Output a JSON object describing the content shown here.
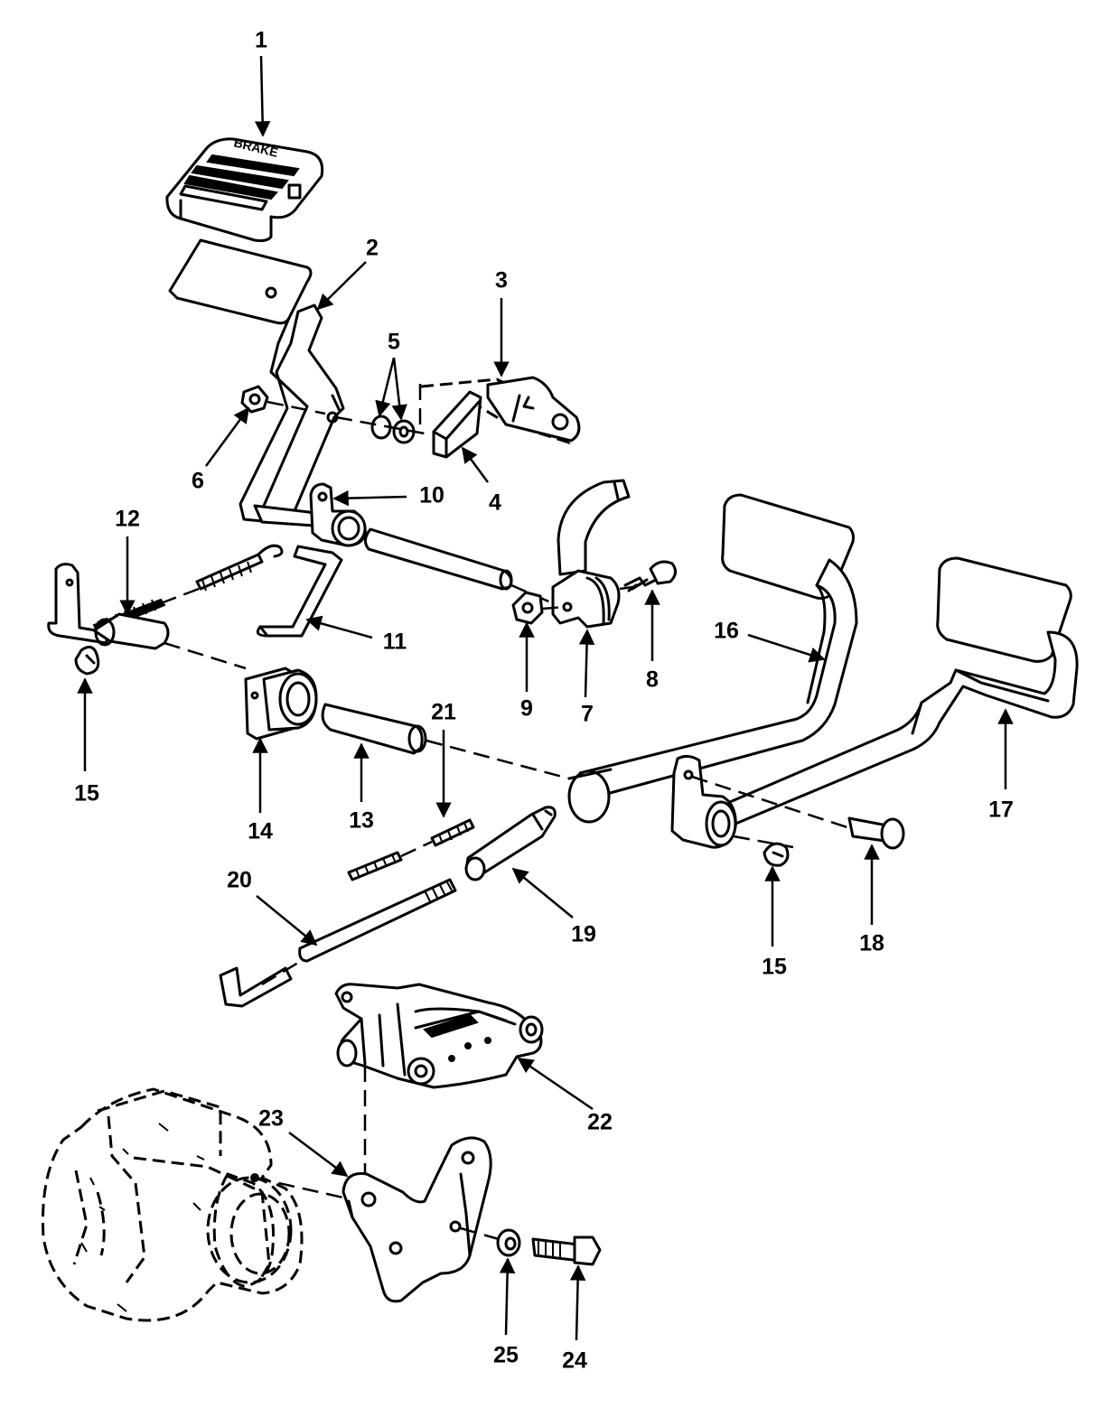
{
  "pad_text": "BRAKE",
  "callouts": {
    "c1": "1",
    "c2": "2",
    "c3": "3",
    "c4": "4",
    "c5": "5",
    "c6": "6",
    "c7": "7",
    "c8": "8",
    "c9": "9",
    "c10": "10",
    "c11": "11",
    "c12": "12",
    "c13": "13",
    "c14": "14",
    "c15a": "15",
    "c15b": "15",
    "c16": "16",
    "c17": "17",
    "c18": "18",
    "c19": "19",
    "c20": "20",
    "c21": "21",
    "c22": "22",
    "c23": "23",
    "c24": "24",
    "c25": "25"
  }
}
